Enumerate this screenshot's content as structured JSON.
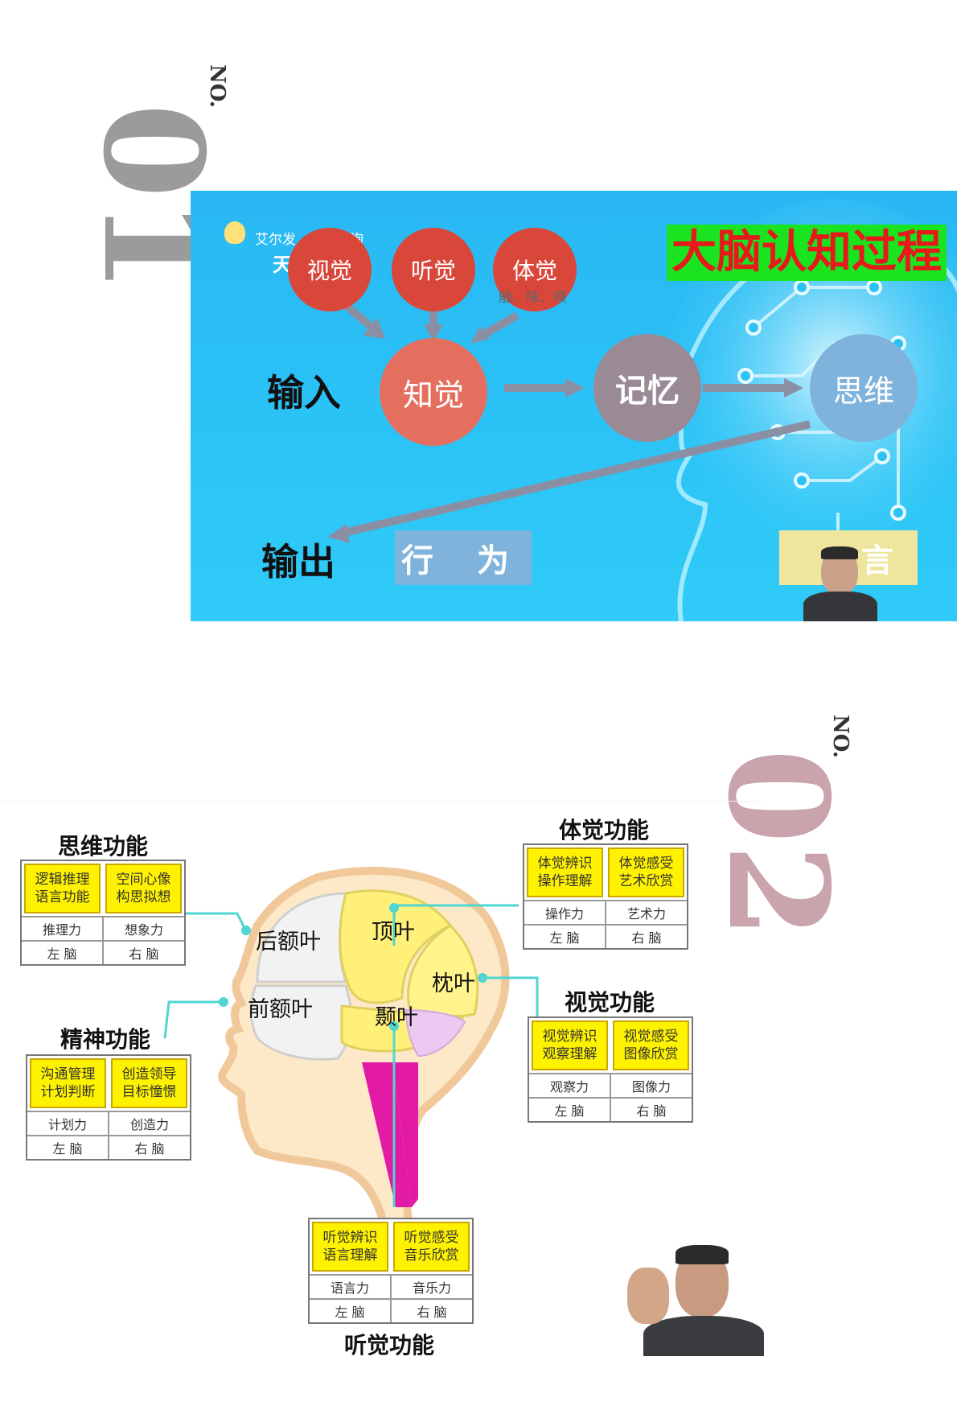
{
  "section1": {
    "no_label": "NO.",
    "number": "01",
    "logo_text_line1": "艾尔发",
    "logo_text_line1_b": "咨询",
    "logo_text_line2": "天",
    "title": "大脑认知过程",
    "inputs": [
      "视觉",
      "听觉",
      "体觉"
    ],
    "touch_sub": "触、味、嗅",
    "perception": "知觉",
    "memory": "记忆",
    "thinking": "思维",
    "input_label": "输入",
    "output_label": "输出",
    "behavior": "行 为",
    "language_partial": "言",
    "colors": {
      "background": "#2bc3f6",
      "input_circle": "#d9473a",
      "perception": "#e46f5e",
      "memory": "#9a8a95",
      "thinking": "#7fb3dc",
      "title_bg": "#19e41f",
      "title_text": "#e6191b"
    }
  },
  "section2": {
    "no_label": "NO.",
    "number": "02",
    "regions": {
      "posterior_frontal": "后额叶",
      "parietal": "顶叶",
      "occipital": "枕叶",
      "frontal": "前额叶",
      "temporal": "颞叶"
    },
    "thinking": {
      "title": "思维功能",
      "cells": [
        [
          "逻辑推理",
          "语言功能"
        ],
        [
          "空间心像",
          "构思拟想"
        ]
      ],
      "abilities": [
        "推理力",
        "想象力"
      ],
      "brain": [
        "左 脑",
        "右 脑"
      ]
    },
    "spirit": {
      "title": "精神功能",
      "cells": [
        [
          "沟通管理",
          "计划判断"
        ],
        [
          "创造领导",
          "目标憧憬"
        ]
      ],
      "abilities": [
        "计划力",
        "创造力"
      ],
      "brain": [
        "左 脑",
        "右 脑"
      ]
    },
    "body": {
      "title": "体觉功能",
      "cells": [
        [
          "体觉辨识",
          "操作理解"
        ],
        [
          "体觉感受",
          "艺术欣赏"
        ]
      ],
      "abilities": [
        "操作力",
        "艺术力"
      ],
      "brain": [
        "左 脑",
        "右 脑"
      ]
    },
    "vision": {
      "title": "视觉功能",
      "cells": [
        [
          "视觉辨识",
          "观察理解"
        ],
        [
          "视觉感受",
          "图像欣赏"
        ]
      ],
      "abilities": [
        "观察力",
        "图像力"
      ],
      "brain": [
        "左 脑",
        "右 脑"
      ]
    },
    "hearing": {
      "title": "听觉功能",
      "cells": [
        [
          "听觉辨识",
          "语言理解"
        ],
        [
          "听觉感受",
          "音乐欣赏"
        ]
      ],
      "abilities": [
        "语言力",
        "音乐力"
      ],
      "brain": [
        "左 脑",
        "右 脑"
      ]
    },
    "colors": {
      "cell_yellow": "#fff200",
      "connector": "#4fd6d2",
      "number": "#c9a4ad"
    }
  }
}
